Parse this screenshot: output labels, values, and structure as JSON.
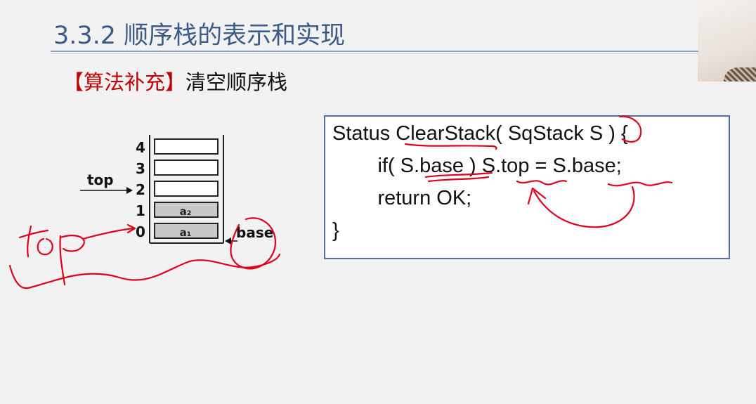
{
  "slide": {
    "title": "3.3.2 顺序栈的表示和实现",
    "subtitle_bracket": "【算法补充】",
    "subtitle_text": "清空顺序栈"
  },
  "stack_diagram": {
    "indices": [
      "4",
      "3",
      "2",
      "1",
      "0"
    ],
    "cells": [
      "",
      "",
      "",
      "a₂",
      "a₁"
    ],
    "top_label": "top",
    "base_label": "base"
  },
  "code": {
    "lines": [
      "Status ClearStack( SqStack S ) {",
      "        if( S.base ) S.top = S.base;",
      "        return OK;",
      "}"
    ]
  },
  "colors": {
    "title": "#3b5c87",
    "bracket": "#c00000",
    "ink": "#e0001b",
    "code_border": "#4f6fa6"
  }
}
